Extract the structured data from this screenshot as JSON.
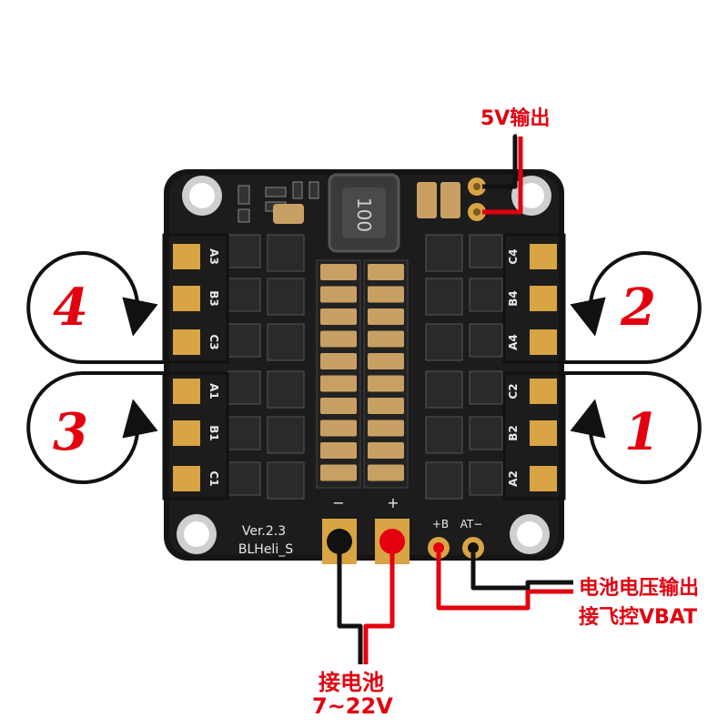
{
  "board": {
    "version": "Ver.2.3",
    "firmware": "BLHeli_S",
    "inductor_marking": "100",
    "pad_labels_left": [
      "A3",
      "B3",
      "C3",
      "A1",
      "B1",
      "C1"
    ],
    "pad_labels_right": [
      "C4",
      "B4",
      "A4",
      "C2",
      "B2",
      "A2"
    ],
    "minus_sign": "−",
    "plus_sign": "+",
    "vbat_pad_label": "+B",
    "ground_pad_label": "AT−"
  },
  "annotations": {
    "five_volt_output": "5V输出",
    "battery_voltage_output": "电池电压输出",
    "connect_fc_vbat": "接飞控VBAT",
    "connect_battery": "接电池",
    "battery_range": "7~22V"
  },
  "motors": {
    "motor_4": "4",
    "motor_2": "2",
    "motor_3": "3",
    "motor_1": "1"
  },
  "colors": {
    "accent_red": "#e3000f",
    "board_black": "#141414",
    "pad_gold": "#d9a444",
    "wire_black": "#111111"
  }
}
